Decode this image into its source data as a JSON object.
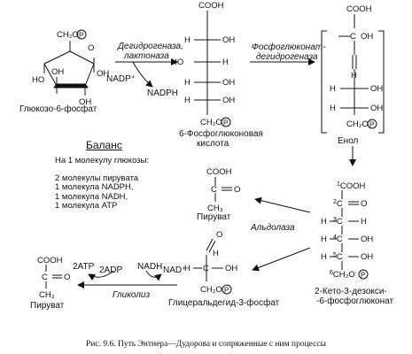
{
  "compounds": {
    "glucose6p": "Глюкозо-6-фосфат",
    "gluconate6p_line1": "6-Фосфоглюконовая",
    "gluconate6p_line2": "кислота",
    "enol": "Енол",
    "kdpg_line1": "2-Кето-3-дезокси-",
    "kdpg_line2": "-6-фосфоглюконат",
    "pyruvate_right": "Пируват",
    "pyruvate_left": "Пируват",
    "gap": "Глицеральдегид-3-фосфат"
  },
  "enzymes": {
    "dehydrogenase_line1": "Дегидрогеназа,",
    "dehydrogenase_line2": "лактоназа",
    "phosphogluconate_line1": "Фосфоглюконат-",
    "phosphogluconate_line2": "дегидрогеназа",
    "aldolase": "Альдолаза",
    "glycolysis": "Гликолиз"
  },
  "cofactors": {
    "nadp": "NADP⁺",
    "nadph": "NADPH",
    "nadh": "NADH",
    "nad": "NAD⁺",
    "atp2": "2ATP",
    "adp2": "2ADP"
  },
  "balance": {
    "title": "Баланс",
    "subtitle": "На 1 молекулу глюкозы:",
    "lines": [
      "2 молекулы пирувата",
      "1 молекула NADPH,",
      "1 молекула NADH,",
      "1 молекула ATP"
    ]
  },
  "caption": "Рис. 9.6. Путь Энтнера—Дудорова и сопряженные с ним процессы"
}
